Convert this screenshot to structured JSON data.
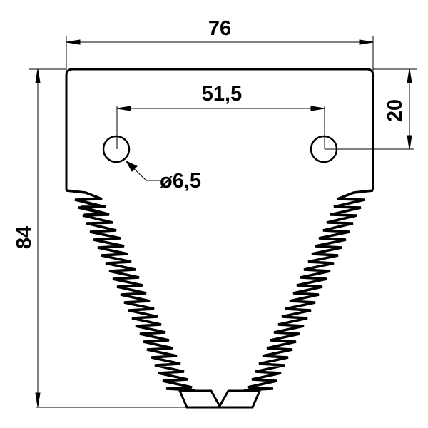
{
  "drawing": {
    "type": "technical-drawing",
    "subject": "serrated knife section",
    "line_color": "#000000",
    "background": "#ffffff"
  },
  "dimensions": {
    "overall_width": {
      "label": "76",
      "orientation": "horizontal"
    },
    "hole_spacing": {
      "label": "51,5",
      "orientation": "horizontal"
    },
    "hole_offset_from_top": {
      "label": "20",
      "orientation": "vertical"
    },
    "hole_diameter": {
      "label": "ø6,5",
      "orientation": "leader"
    },
    "overall_height": {
      "label": "84",
      "orientation": "vertical"
    }
  }
}
